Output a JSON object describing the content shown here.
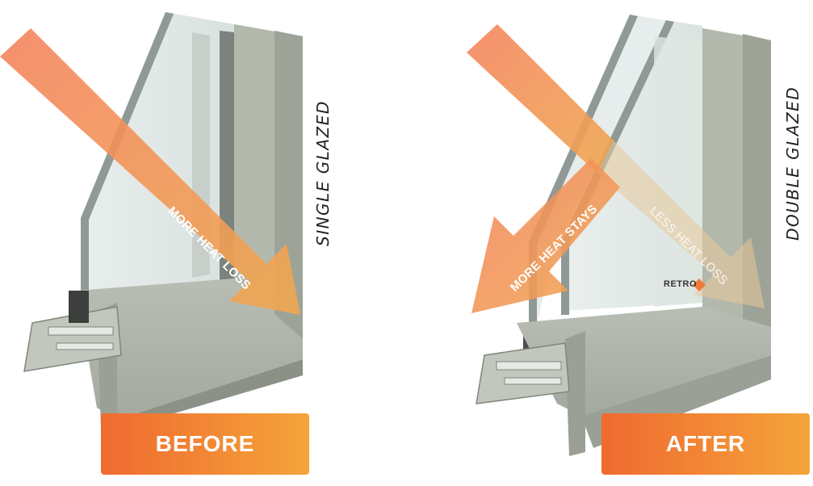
{
  "before": {
    "arrow_label": "MORE HEAT LOSS",
    "side_label": "SINGLE GLAZED",
    "badge_label": "BEFORE"
  },
  "after": {
    "arrow_label_incoming": "LESS HEAT LOSS",
    "arrow_label_reflected": "MORE HEAT STAYS",
    "side_label": "DOUBLE GLAZED",
    "badge_label": "AFTER",
    "brand": "RETRO"
  },
  "colors": {
    "arrow_start": "#f4845f",
    "arrow_end": "#f0a850",
    "badge_start": "#ef6a30",
    "badge_end": "#f5a43a",
    "frame": "#a9aea5",
    "glass": "#d9e2e0"
  }
}
